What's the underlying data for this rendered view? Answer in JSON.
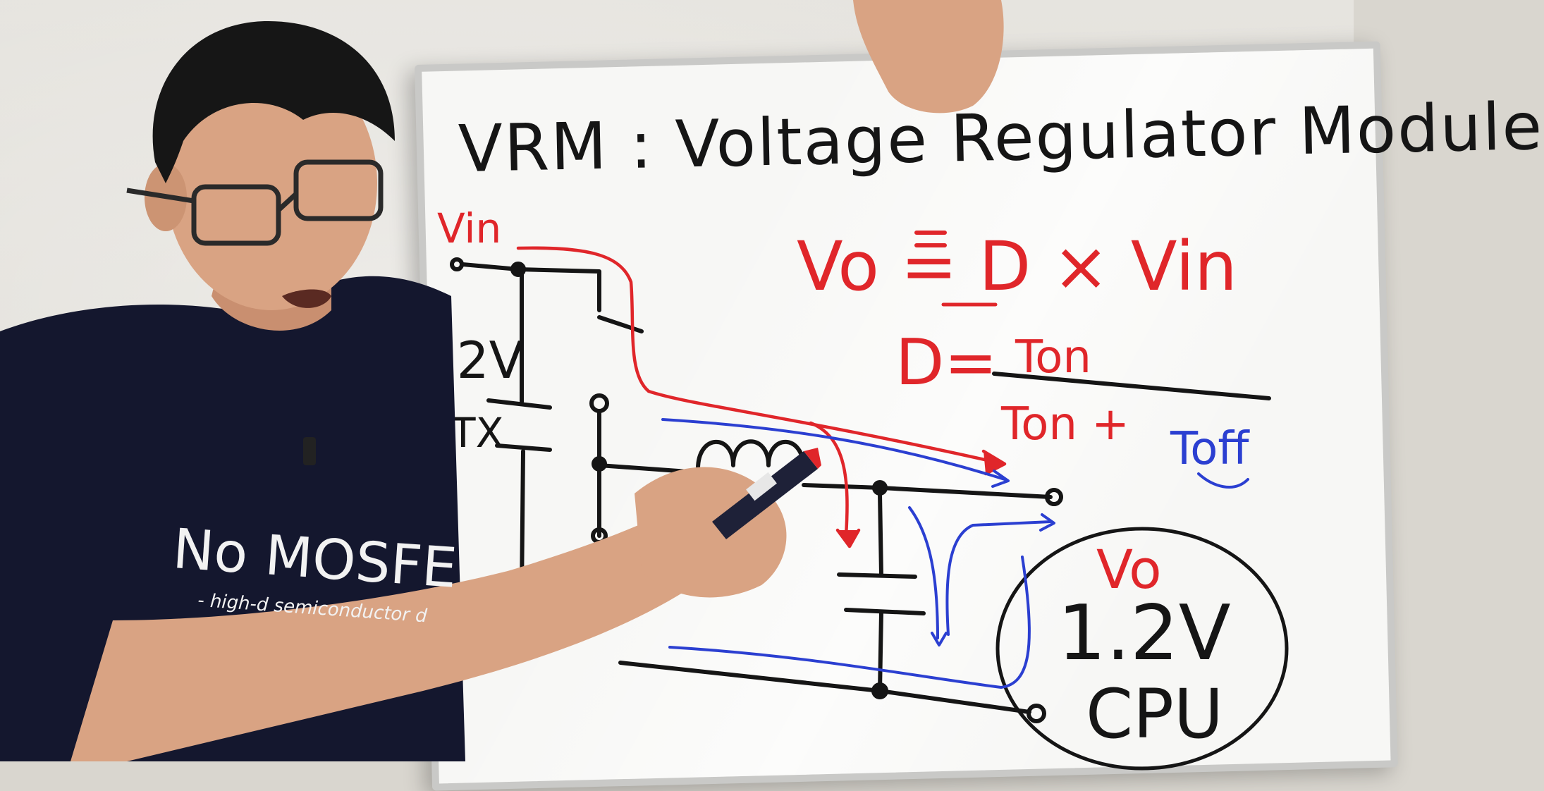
{
  "board": {
    "title": "VRM : Voltage Regulator Module",
    "input_label": "Vin",
    "source_voltage": "12V",
    "source_type": "ATX",
    "equation_output": "Vo = D × Vin",
    "duty_label": "D=",
    "duty_numerator": "Ton",
    "duty_denominator_a": "Ton + ",
    "duty_denominator_b": "Toff",
    "output_label": "Vo",
    "output_voltage": "1.2V",
    "load_label": "CPU"
  },
  "shirt": {
    "main_text": "No MOSFE",
    "sub_text": "- high-d semiconductor d"
  },
  "colors": {
    "marker_black": "#151515",
    "marker_red": "#e0262a",
    "marker_blue": "#2b3fd1",
    "board": "#f7f7f5",
    "shirt": "#14172e",
    "skin": "#d9a383",
    "hair": "#161616"
  }
}
